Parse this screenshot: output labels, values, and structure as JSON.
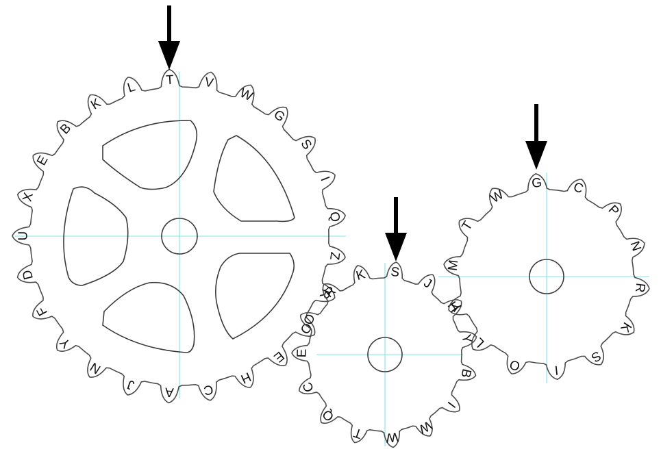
{
  "gears": [
    {
      "name": "gear-large",
      "letters": [
        "T",
        "V",
        "W",
        "G",
        "S",
        "I",
        "Q",
        "Z",
        "R",
        "O",
        "E",
        "H",
        "C",
        "A",
        "J",
        "N",
        "Y",
        "F",
        "D",
        "U",
        "X",
        "E",
        "B",
        "K",
        "L"
      ]
    },
    {
      "name": "gear-middle",
      "letters": [
        "S",
        "J",
        "H",
        "Y",
        "B",
        "I",
        "W",
        "W",
        "T",
        "Q",
        "C",
        "E",
        "O",
        "R",
        "K"
      ]
    },
    {
      "name": "gear-right",
      "letters": [
        "G",
        "C",
        "P",
        "N",
        "R",
        "K",
        "S",
        "I",
        "O",
        "L",
        "Y",
        "M",
        "T",
        "W"
      ]
    }
  ],
  "colors": {
    "gear_stroke": "#4a4a4a",
    "guide_line": "#7fe6ea",
    "pointer": "#000000",
    "text": "#111111"
  },
  "icons": {
    "pointer": "down-arrow-icon"
  }
}
